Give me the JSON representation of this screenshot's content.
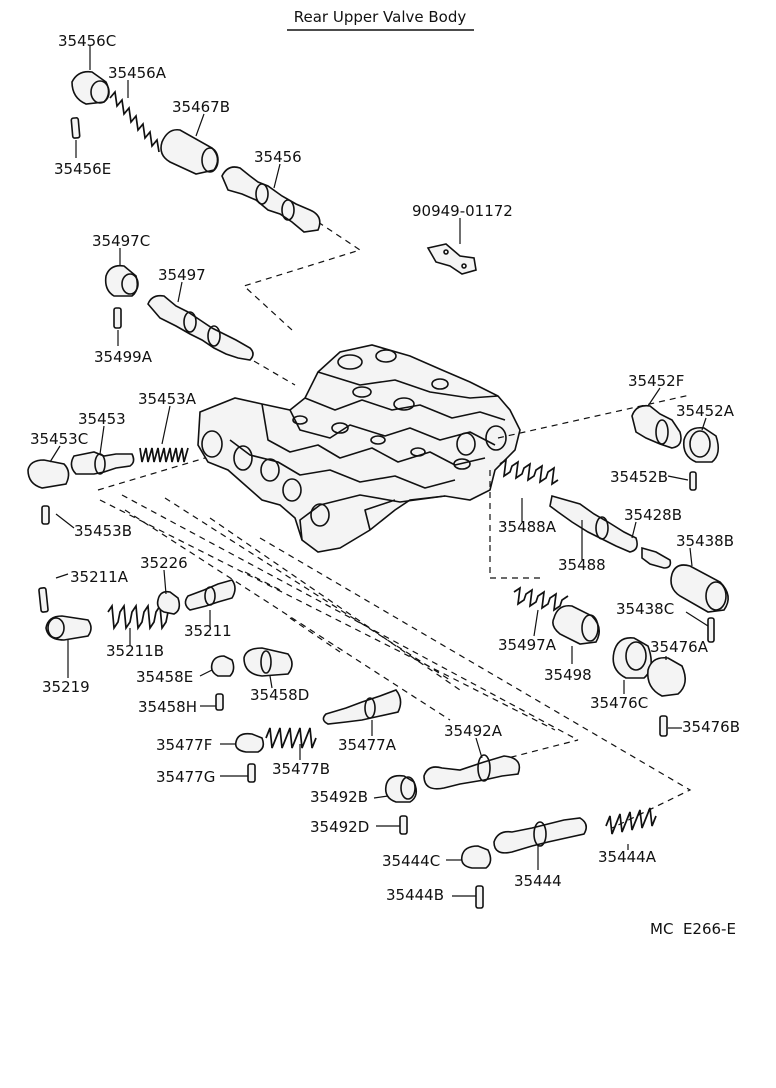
{
  "title": "Rear Upper Valve Body",
  "footer_code": "MC  E266-E",
  "labels": {
    "p35456C": "35456C",
    "p35456A": "35456A",
    "p35456E": "35456E",
    "p35467B": "35467B",
    "p35456": "35456",
    "p90949": "90949-01172",
    "p35497C": "35497C",
    "p35497": "35497",
    "p35499A": "35499A",
    "p35453A": "35453A",
    "p35453": "35453",
    "p35453C": "35453C",
    "p35453B": "35453B",
    "p35452F": "35452F",
    "p35452A": "35452A",
    "p35452B": "35452B",
    "p35428B": "35428B",
    "p35488A": "35488A",
    "p35488": "35488",
    "p35438B": "35438B",
    "p35211A": "35211A",
    "p35226": "35226",
    "p35211": "35211",
    "p35211B": "35211B",
    "p35219": "35219",
    "p35458E": "35458E",
    "p35458D": "35458D",
    "p35458H": "35458H",
    "p35497A": "35497A",
    "p35498": "35498",
    "p35438C": "35438C",
    "p35476A": "35476A",
    "p35476C": "35476C",
    "p35476B": "35476B",
    "p35477F": "35477F",
    "p35477A": "35477A",
    "p35477G": "35477G",
    "p35477B": "35477B",
    "p35492A": "35492A",
    "p35492B": "35492B",
    "p35492D": "35492D",
    "p35444C": "35444C",
    "p35444": "35444",
    "p35444A": "35444A",
    "p35444B": "35444B"
  }
}
